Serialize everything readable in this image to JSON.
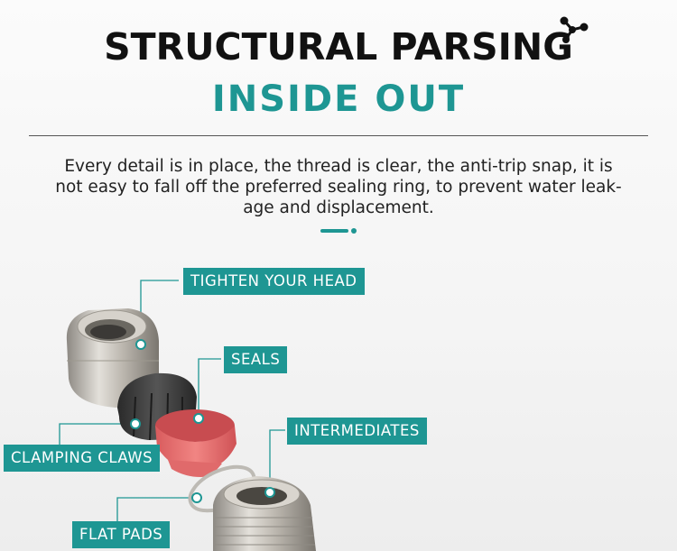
{
  "header": {
    "title": "STRUCTURAL PARSING",
    "subtitle": "INSIDE OUT"
  },
  "description": "Every detail is in place, the thread is clear, the anti-trip snap, it is not easy to fall off the preferred sealing ring, to prevent water leak-age and displacement.",
  "callouts": {
    "tighten_head": "TIGHTEN YOUR HEAD",
    "seals": "SEALS",
    "intermediates": "INTERMEDIATES",
    "clamping_claws": "CLAMPING CLAWS",
    "flat_pads": "FLAT PADS"
  },
  "colors": {
    "accent": "#1e9693",
    "title": "#111111",
    "seal": "#e56b6b",
    "claw": "#3a3a3a",
    "metal": "#c9c5be"
  },
  "icons": [
    "molecule-logo-icon"
  ]
}
